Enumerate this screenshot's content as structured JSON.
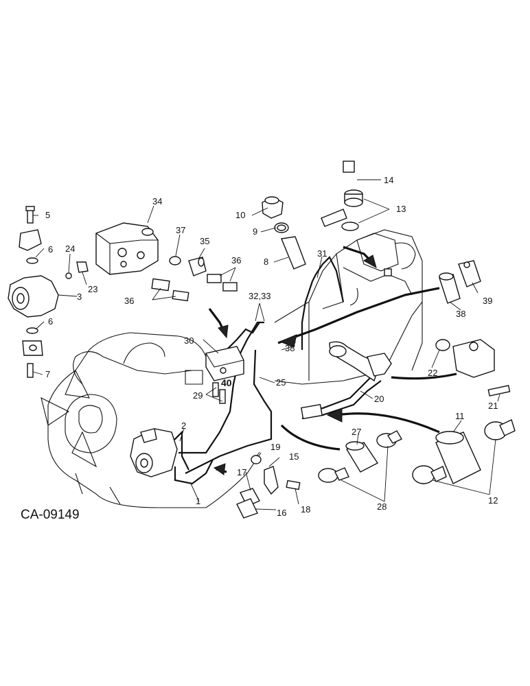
{
  "diagram": {
    "catalog_number": "CA-09149",
    "callouts": [
      {
        "id": "c1",
        "label": "1"
      },
      {
        "id": "c2",
        "label": "2"
      },
      {
        "id": "c3",
        "label": "3"
      },
      {
        "id": "c5",
        "label": "5"
      },
      {
        "id": "c6a",
        "label": "6"
      },
      {
        "id": "c6b",
        "label": "6"
      },
      {
        "id": "c7",
        "label": "7"
      },
      {
        "id": "c8",
        "label": "8"
      },
      {
        "id": "c9",
        "label": "9"
      },
      {
        "id": "c10",
        "label": "10"
      },
      {
        "id": "c11",
        "label": "11"
      },
      {
        "id": "c12",
        "label": "12"
      },
      {
        "id": "c13",
        "label": "13"
      },
      {
        "id": "c14",
        "label": "14"
      },
      {
        "id": "c15",
        "label": "15"
      },
      {
        "id": "c16",
        "label": "16"
      },
      {
        "id": "c17",
        "label": "17"
      },
      {
        "id": "c18",
        "label": "18"
      },
      {
        "id": "c19",
        "label": "19"
      },
      {
        "id": "c20",
        "label": "20"
      },
      {
        "id": "c21",
        "label": "21"
      },
      {
        "id": "c22",
        "label": "22"
      },
      {
        "id": "c23",
        "label": "23"
      },
      {
        "id": "c24",
        "label": "24"
      },
      {
        "id": "c25",
        "label": "25"
      },
      {
        "id": "c27",
        "label": "27"
      },
      {
        "id": "c28",
        "label": "28"
      },
      {
        "id": "c29",
        "label": "29"
      },
      {
        "id": "c30",
        "label": "30"
      },
      {
        "id": "c31",
        "label": "31"
      },
      {
        "id": "c3233",
        "label": "32,33"
      },
      {
        "id": "c34",
        "label": "34"
      },
      {
        "id": "c35",
        "label": "35"
      },
      {
        "id": "c36a",
        "label": "36"
      },
      {
        "id": "c36b",
        "label": "36"
      },
      {
        "id": "c37",
        "label": "37"
      },
      {
        "id": "c38a",
        "label": "38"
      },
      {
        "id": "c38b",
        "label": "38"
      },
      {
        "id": "c39",
        "label": "39"
      },
      {
        "id": "c40",
        "label": "40"
      }
    ]
  }
}
